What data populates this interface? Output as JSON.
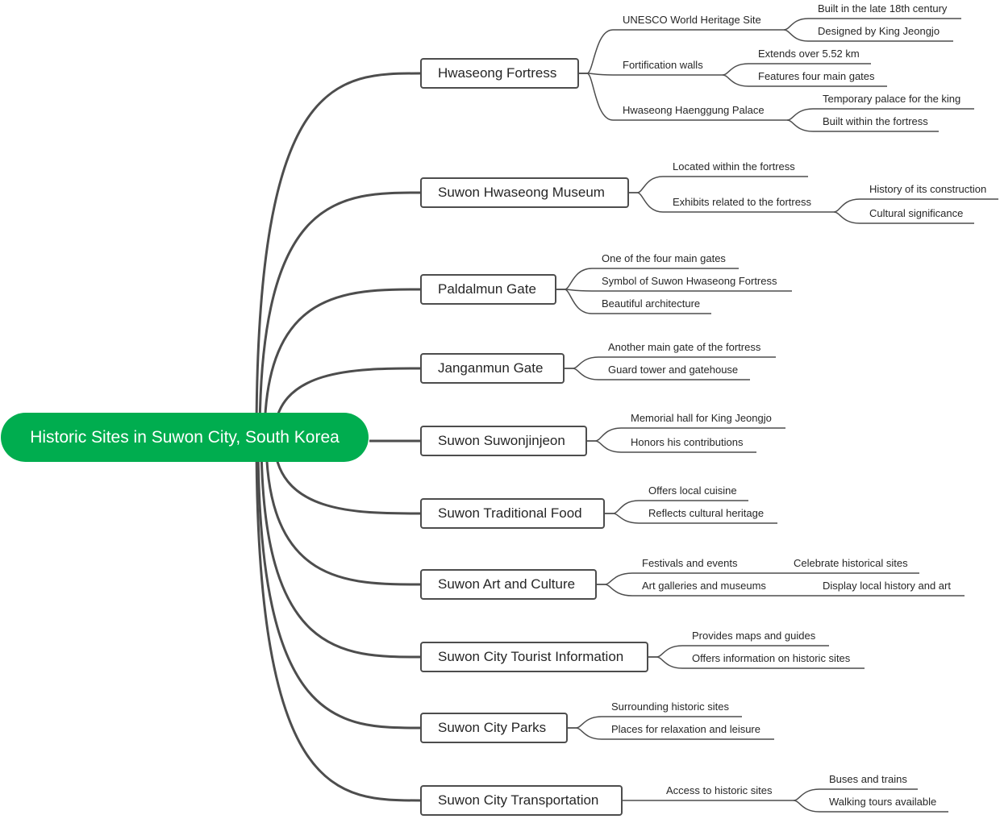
{
  "root": {
    "label": "Historic Sites in Suwon City, South Korea",
    "color": "#00ad4f"
  },
  "line_color": "#4d4d4d",
  "topics": [
    {
      "label": "Hwaseong Fortress",
      "children": [
        {
          "label": "UNESCO World Heritage Site",
          "children": [
            {
              "label": "Built in the late 18th century"
            },
            {
              "label": "Designed by King Jeongjo"
            }
          ]
        },
        {
          "label": "Fortification walls",
          "children": [
            {
              "label": "Extends over 5.52 km"
            },
            {
              "label": "Features four main gates"
            }
          ]
        },
        {
          "label": "Hwaseong Haenggung Palace",
          "children": [
            {
              "label": "Temporary palace for the king"
            },
            {
              "label": "Built within the fortress"
            }
          ]
        }
      ]
    },
    {
      "label": "Suwon Hwaseong Museum",
      "children": [
        {
          "label": "Located within the fortress"
        },
        {
          "label": "Exhibits related to the fortress",
          "children": [
            {
              "label": "History of its construction"
            },
            {
              "label": "Cultural significance"
            }
          ]
        }
      ]
    },
    {
      "label": "Paldalmun Gate",
      "children": [
        {
          "label": "One of the four main gates"
        },
        {
          "label": "Symbol of Suwon Hwaseong Fortress"
        },
        {
          "label": "Beautiful architecture"
        }
      ]
    },
    {
      "label": "Janganmun Gate",
      "children": [
        {
          "label": "Another main gate of the fortress"
        },
        {
          "label": "Guard tower and gatehouse"
        }
      ]
    },
    {
      "label": "Suwon Suwonjinjeon",
      "children": [
        {
          "label": "Memorial hall for King Jeongjo"
        },
        {
          "label": "Honors his contributions"
        }
      ]
    },
    {
      "label": "Suwon Traditional Food",
      "children": [
        {
          "label": "Offers local cuisine"
        },
        {
          "label": "Reflects cultural heritage"
        }
      ]
    },
    {
      "label": "Suwon Art and Culture",
      "children": [
        {
          "label": "Festivals and events",
          "children": [
            {
              "label": "Celebrate historical sites"
            }
          ]
        },
        {
          "label": "Art galleries and museums",
          "children": [
            {
              "label": "Display local history and art"
            }
          ]
        }
      ]
    },
    {
      "label": "Suwon City Tourist Information",
      "children": [
        {
          "label": "Provides maps and guides"
        },
        {
          "label": "Offers information on historic sites"
        }
      ]
    },
    {
      "label": "Suwon City Parks",
      "children": [
        {
          "label": "Surrounding historic sites"
        },
        {
          "label": "Places for relaxation and leisure"
        }
      ]
    },
    {
      "label": "Suwon City Transportation",
      "children": [
        {
          "label": "Access to historic sites",
          "children": [
            {
              "label": "Buses and trains"
            },
            {
              "label": "Walking tours available"
            }
          ]
        }
      ]
    }
  ]
}
